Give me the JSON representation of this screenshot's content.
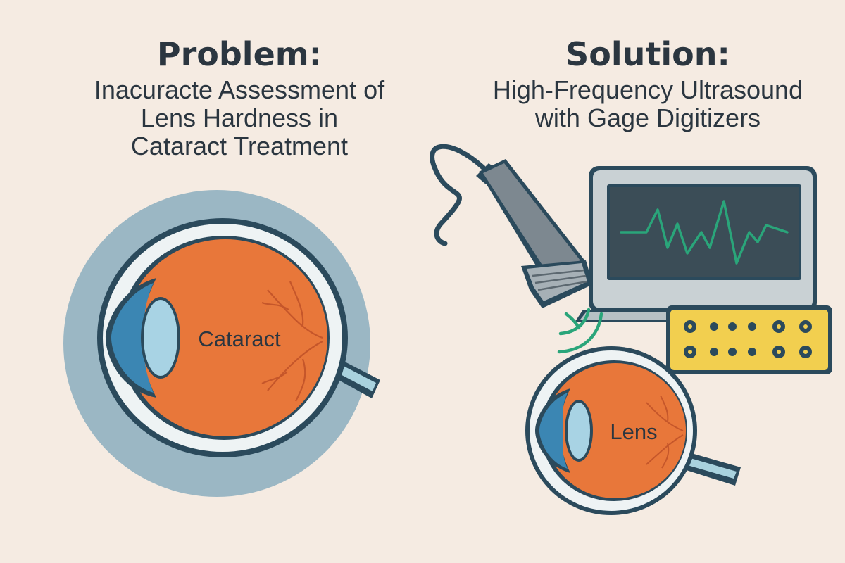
{
  "problem": {
    "heading": "Problem:",
    "lines": [
      "Inacuracte Assessment of",
      "Lens Hardness in",
      "Cataract Treatment"
    ],
    "eye_label": "Cataract"
  },
  "solution": {
    "heading": "Solution:",
    "lines": [
      "High-Frequency Ultrasound",
      "with Gage Digitizers"
    ],
    "eye_label": "Lens"
  },
  "colors": {
    "background": "#f5ebe2",
    "text": "#2b3640",
    "halo": "#9bb7c4",
    "eyeball": "#e8773a",
    "lens": "#a8d3e4",
    "cornea": "#3b86b3",
    "waveform": "#2aa57a",
    "digitizer": "#f2cf4f"
  }
}
